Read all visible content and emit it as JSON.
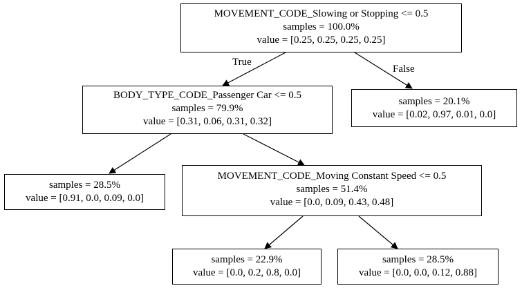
{
  "tree": {
    "root": {
      "condition": "MOVEMENT_CODE_Slowing or Stopping <= 0.5",
      "samples": "samples = 100.0%",
      "value": "value = [0.25, 0.25, 0.25, 0.25]"
    },
    "edge_labels": {
      "true": "True",
      "false": "False"
    },
    "n1": {
      "condition": "BODY_TYPE_CODE_Passenger Car <= 0.5",
      "samples": "samples = 79.9%",
      "value": "value = [0.31, 0.06, 0.31, 0.32]"
    },
    "n2": {
      "samples": "samples = 20.1%",
      "value": "value = [0.02, 0.97, 0.01, 0.0]"
    },
    "n3": {
      "samples": "samples = 28.5%",
      "value": "value = [0.91, 0.0, 0.09, 0.0]"
    },
    "n4": {
      "condition": "MOVEMENT_CODE_Moving Constant Speed <= 0.5",
      "samples": "samples = 51.4%",
      "value": "value = [0.0, 0.09, 0.43, 0.48]"
    },
    "n5": {
      "samples": "samples = 22.9%",
      "value": "value = [0.0, 0.2, 0.8, 0.0]"
    },
    "n6": {
      "samples": "samples = 28.5%",
      "value": "value = [0.0, 0.0, 0.12, 0.88]"
    }
  }
}
